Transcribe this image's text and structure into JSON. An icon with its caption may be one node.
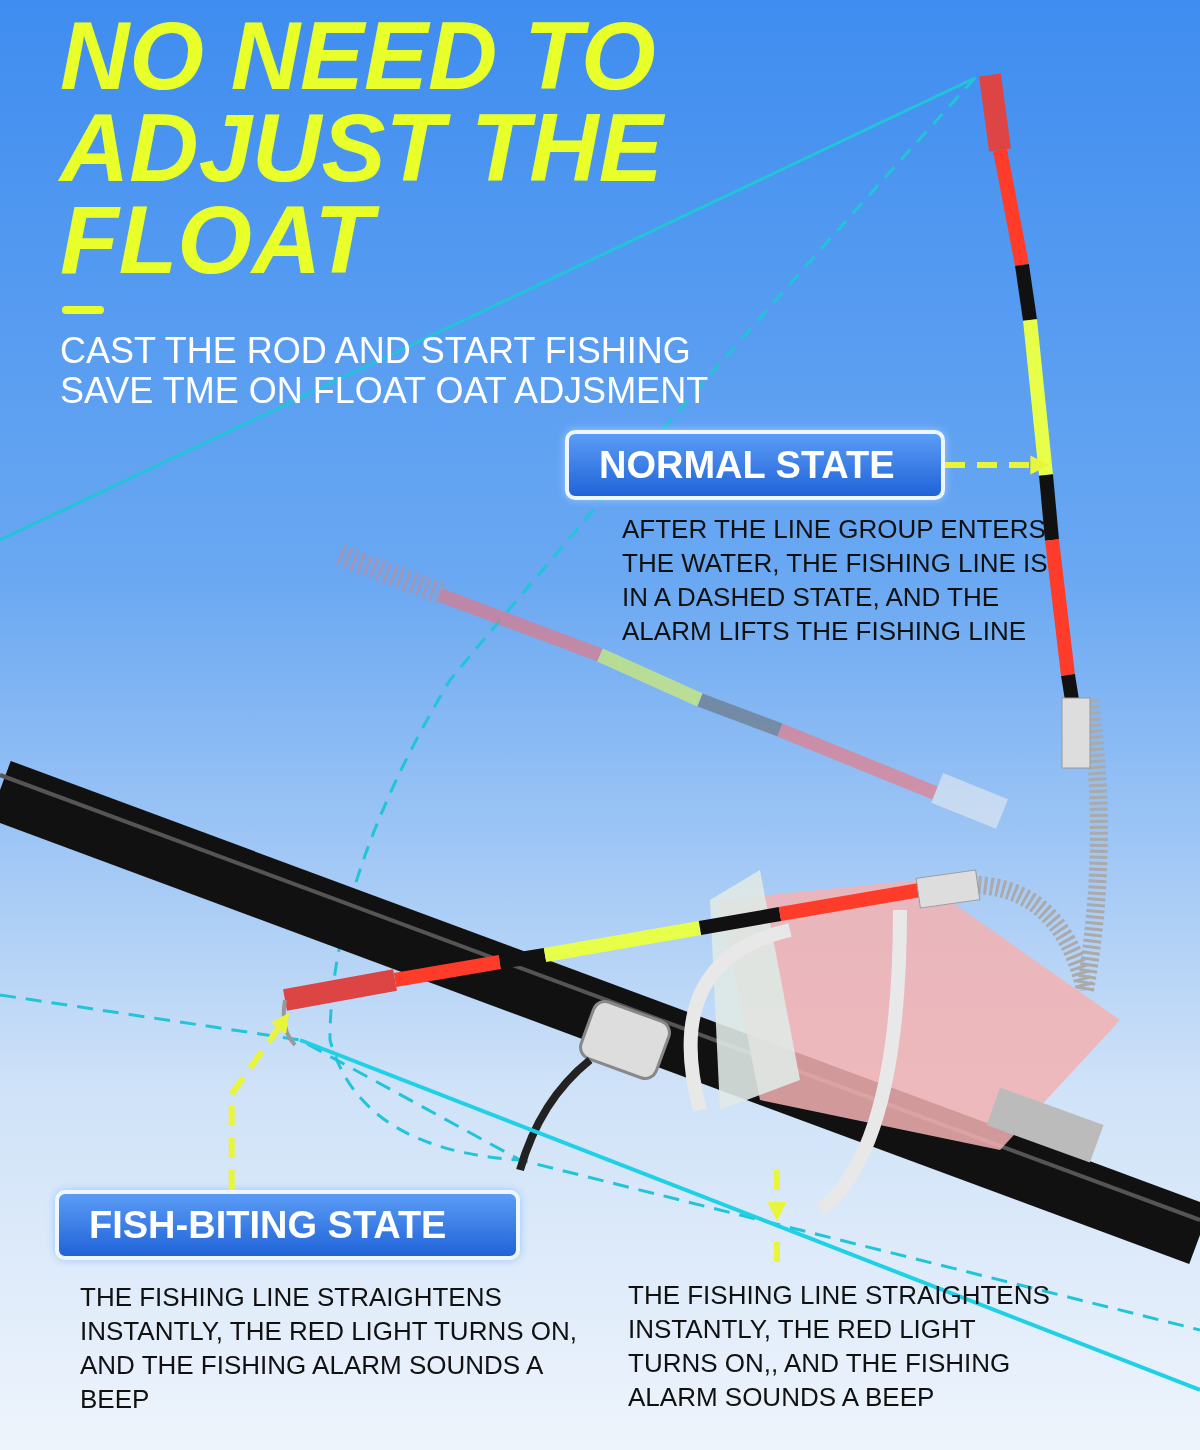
{
  "diagram": {
    "title": "NO NEED TO ADJUST THE FLOAT",
    "nodes": [
      {
        "text": [
          "NORMAL STATE"
        ]
      },
      {
        "text": [],
        "shape": "picture"
      },
      {
        "text": [
          "FISH-BITING STATE"
        ]
      },
      {
        "text": [],
        "shape": "picture"
      },
      {
        "text": [],
        "shape": "picture"
      }
    ],
    "edges": [
      {
        "from": 0,
        "to": 1,
        "arrow": "to",
        "style": "dashed"
      },
      {
        "from": 2,
        "to": 3,
        "arrow": "to",
        "style": "dashed"
      },
      {
        "from": null,
        "to": 4,
        "arrow": "to",
        "style": "dashed"
      }
    ],
    "labels": [
      "CAST THE ROD AND START FISHING",
      "SAVE TME ON FLOAT OAT ADJSMENT",
      "AFTER THE LINE GROUP ENTERS THE WATER, THE FISHING LINE IS IN A DASHED STATE, AND THE ALARM LIFTS THE FISHING LINE",
      "THE FISHING LINE STRAIGHTENS INSTANTLY, THE RED LIGHT TURNS ON, AND THE FISHING ALARM SOUNDS A BEEP",
      "THE FISHING LINE STRAIGHTENS INSTANTLY, THE RED LIGHT TURNS ON,, AND THE FISHING ALARM SOUNDS A BEEP"
    ]
  }
}
